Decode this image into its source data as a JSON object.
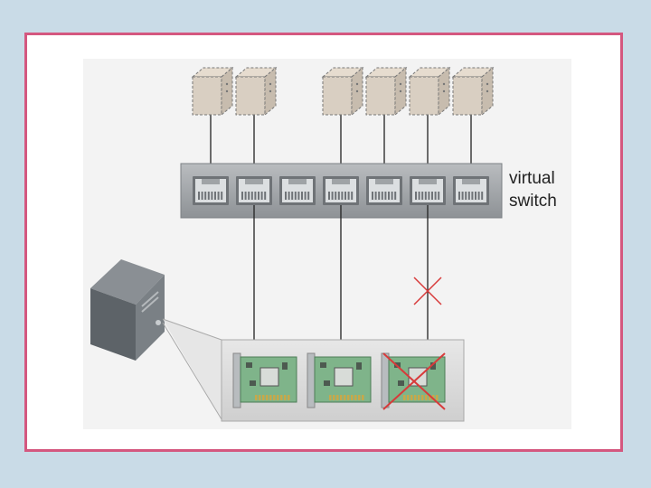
{
  "colors": {
    "page_background": "#c9dbe7",
    "slide_border": "#d4577f",
    "switch_body": "#9a9ea1",
    "vm_box": "#d9cfc2",
    "nic_board": "#7fb48a",
    "disconnect_mark": "#d83a3a"
  },
  "switch": {
    "label_line1": "virtual",
    "label_line2": "switch",
    "port_count": 7
  },
  "virtual_machines": [
    {
      "id": "vm1",
      "port": 1
    },
    {
      "id": "vm2",
      "port": 2
    },
    {
      "id": "vm3",
      "port": 4
    },
    {
      "id": "vm4",
      "port": 5
    },
    {
      "id": "vm5",
      "port": 6
    },
    {
      "id": "vm6",
      "port": 7
    }
  ],
  "host": {
    "icon": "server-tower-icon",
    "nics": [
      {
        "id": "nic1",
        "switch_port": 2,
        "status": "connected"
      },
      {
        "id": "nic2",
        "switch_port": 4,
        "status": "connected"
      },
      {
        "id": "nic3",
        "switch_port": 6,
        "status": "disconnected"
      }
    ]
  }
}
